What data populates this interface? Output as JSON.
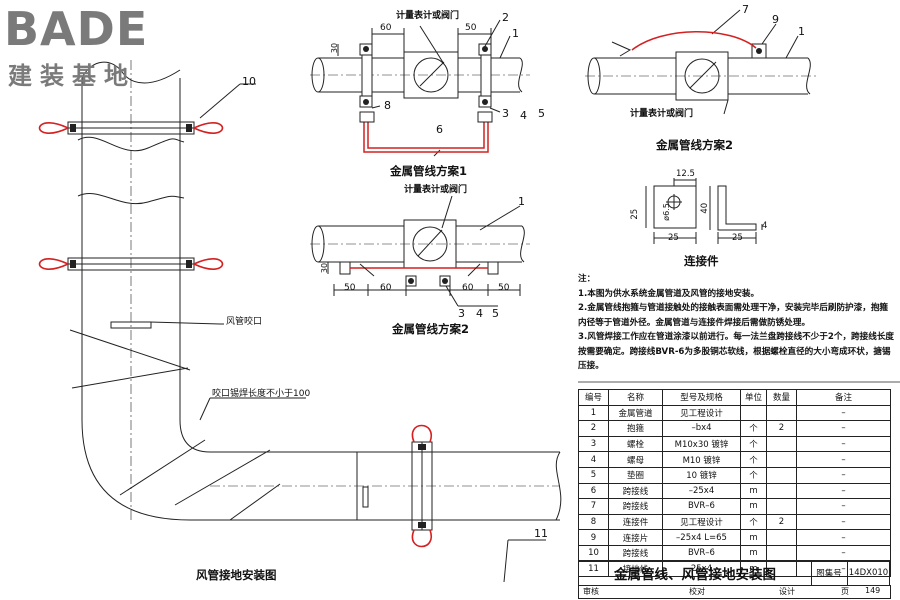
{
  "logo": {
    "brand": "BADE",
    "subtitle": "建装基地"
  },
  "figures": {
    "scheme1": "金属管线方案1",
    "scheme2": "金属管线方案2",
    "scheme2b": "金属管线方案2",
    "connector": "连接件",
    "duct": "风管接地安装图"
  },
  "labels": {
    "meter_valve_1": "计量表计或阀门",
    "meter_valve_2": "计量表计或阀门",
    "meter_valve_3": "计量表计或阀门",
    "duct_mouth": "风管咬口",
    "weld_length": "咬口锡焊长度不小于100"
  },
  "dims": {
    "d60": "60",
    "d50": "50",
    "d30": "30",
    "d12_5": "12.5",
    "d6_5": "ø6.5",
    "d25": "25",
    "d40": "40",
    "d4": "4"
  },
  "callouts": [
    "1",
    "2",
    "3",
    "4",
    "5",
    "6",
    "7",
    "8",
    "9",
    "10",
    "11"
  ],
  "notes": {
    "title": "注：",
    "items": [
      "1.本图为供水系统金属管道及风管的接地安装。",
      "2.金属管线抱箍与管道接触处的接触表面需处理干净，安装完毕后刷防护漆，抱箍内径等于管道外径。金属管道与连接件焊接后需做防锈处理。",
      "3.风管焊接工作应在管道涂漆以前进行。每一法兰盘跨接线不少于2个，跨接线长度按需要确定。跨接线BVR-6为多股铜芯软线，根据螺栓直径的大小弯成环状，搪锡压接。"
    ]
  },
  "table": {
    "headers": [
      "编号",
      "名称",
      "型号及规格",
      "单位",
      "数量",
      "备注"
    ],
    "rows": [
      [
        "1",
        "金属管道",
        "见工程设计",
        "",
        "",
        "–"
      ],
      [
        "2",
        "抱箍",
        "–bx4",
        "个",
        "2",
        "–"
      ],
      [
        "3",
        "螺栓",
        "M10x30  镀锌",
        "个",
        "",
        "–"
      ],
      [
        "4",
        "螺母",
        "M10  镀锌",
        "个",
        "",
        "–"
      ],
      [
        "5",
        "垫圈",
        "10  镀锌",
        "个",
        "",
        "–"
      ],
      [
        "6",
        "跨接线",
        "–25x4",
        "m",
        "",
        "–"
      ],
      [
        "7",
        "跨接线",
        "BVR–6",
        "m",
        "",
        "–"
      ],
      [
        "8",
        "连接件",
        "见工程设计",
        "个",
        "2",
        "–"
      ],
      [
        "9",
        "连接片",
        "–25x4  L=65",
        "m",
        "",
        "–"
      ],
      [
        "10",
        "跨接线",
        "BVR–6",
        "m",
        "",
        "–"
      ],
      [
        "11",
        "接地线",
        "25x4",
        "m",
        "",
        "–"
      ]
    ]
  },
  "title_block": {
    "title": "金属管线、风管接地安装图",
    "atlas_label": "图集号",
    "atlas_no": "14DX010",
    "review": "审核",
    "check": "校对",
    "design": "设计",
    "page_label": "页",
    "page_no": "149"
  },
  "colors": {
    "ground_strap": "#d42020",
    "line": "#222222",
    "logo": "#7a7a7a"
  }
}
